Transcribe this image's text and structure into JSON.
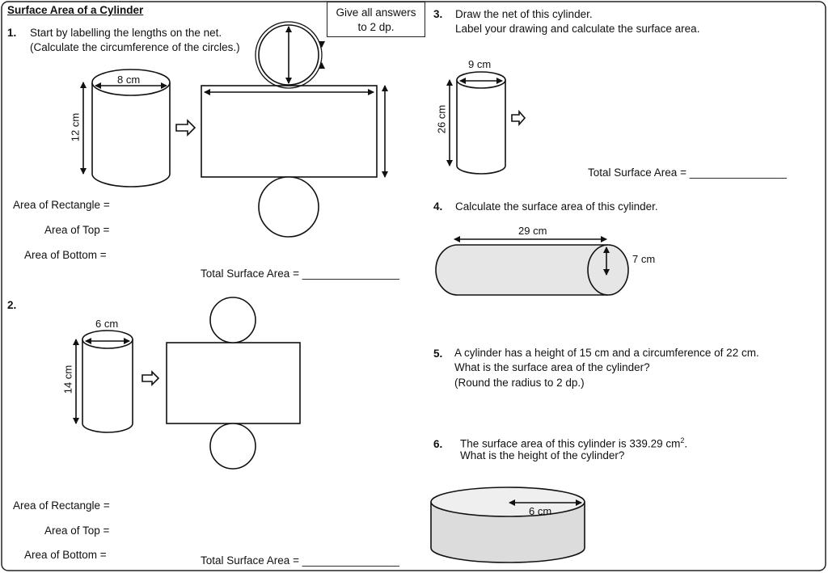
{
  "title": "Surface Area of a Cylinder",
  "note": [
    "Give all answers",
    "to 2 dp."
  ],
  "q1": {
    "number": "1.",
    "lines": [
      "Start by labelling the lengths on the net.",
      "(Calculate the circumference of the circles.)"
    ],
    "diameter": "8 cm",
    "height": "12 cm",
    "area_rectangle": "Area of Rectangle =",
    "area_top": "Area of Top =",
    "area_bottom": "Area of Bottom =",
    "total": "Total Surface Area = ________________"
  },
  "q2": {
    "number": "2.",
    "diameter": "6 cm",
    "height": "14 cm",
    "area_rectangle": "Area of Rectangle =",
    "area_top": "Area of Top =",
    "area_bottom": "Area of Bottom =",
    "total": "Total Surface Area = ________________"
  },
  "q3": {
    "number": "3.",
    "lines": [
      "Draw the net of this cylinder.",
      "Label your drawing and calculate the surface area."
    ],
    "diameter": "9 cm",
    "height": "26 cm",
    "total": "Total Surface Area = ________________"
  },
  "q4": {
    "number": "4.",
    "text": "Calculate the surface area of this cylinder.",
    "length": "29 cm",
    "diameter": "7 cm"
  },
  "q5": {
    "number": "5.",
    "lines": [
      "A cylinder has a height of 15 cm and a circumference of 22 cm.",
      "What is the surface area of the cylinder?",
      "(Round the radius to 2 dp.)"
    ]
  },
  "q6": {
    "number": "6.",
    "line1": "The surface area of this cylinder is 339.29 cm",
    "line1_sup": "2",
    "line1_end": ".",
    "line2": "What is the height of the cylinder?",
    "radius": "6 cm"
  }
}
